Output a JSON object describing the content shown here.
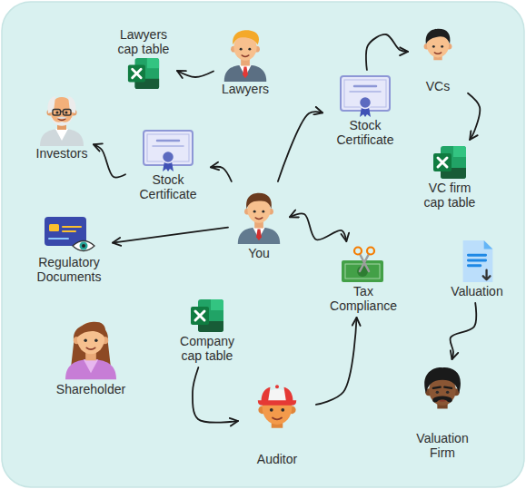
{
  "diagram": {
    "nodes": [
      {
        "text": [
          "Lawyers cap table"
        ]
      },
      {
        "text": [
          "Lawyers"
        ]
      },
      {
        "text": [
          "VCs"
        ]
      },
      {
        "text": [
          "Investors"
        ]
      },
      {
        "text": [
          "Stock Certificate"
        ]
      },
      {
        "text": [
          "Stock Certificate"
        ]
      },
      {
        "text": [
          "VC firm cap table"
        ]
      },
      {
        "text": [
          "Regulatory Documents"
        ]
      },
      {
        "text": [
          "You"
        ]
      },
      {
        "text": [
          "Tax Compliance"
        ]
      },
      {
        "text": [
          "Valuation"
        ]
      },
      {
        "text": [
          "Shareholder"
        ]
      },
      {
        "text": [
          "Company cap table"
        ]
      },
      {
        "text": [
          "Auditor"
        ]
      },
      {
        "text": [
          "Valuation Firm"
        ]
      }
    ],
    "edges": [
      {
        "from": 1,
        "to": 0,
        "arrow": "to"
      },
      {
        "from": 5,
        "to": 2,
        "arrow": "to"
      },
      {
        "from": 2,
        "to": 6,
        "arrow": "to"
      },
      {
        "from": 4,
        "to": 3,
        "arrow": "to"
      },
      {
        "from": 8,
        "to": 4,
        "arrow": "to"
      },
      {
        "from": 8,
        "to": 5,
        "arrow": "to"
      },
      {
        "from": 8,
        "to": 7,
        "arrow": "to"
      },
      {
        "from": 8,
        "to": 9,
        "arrow": "both"
      },
      {
        "from": 12,
        "to": 13,
        "arrow": "to"
      },
      {
        "from": 13,
        "to": 9,
        "arrow": "to"
      },
      {
        "from": 10,
        "to": 14,
        "arrow": "to"
      }
    ]
  }
}
